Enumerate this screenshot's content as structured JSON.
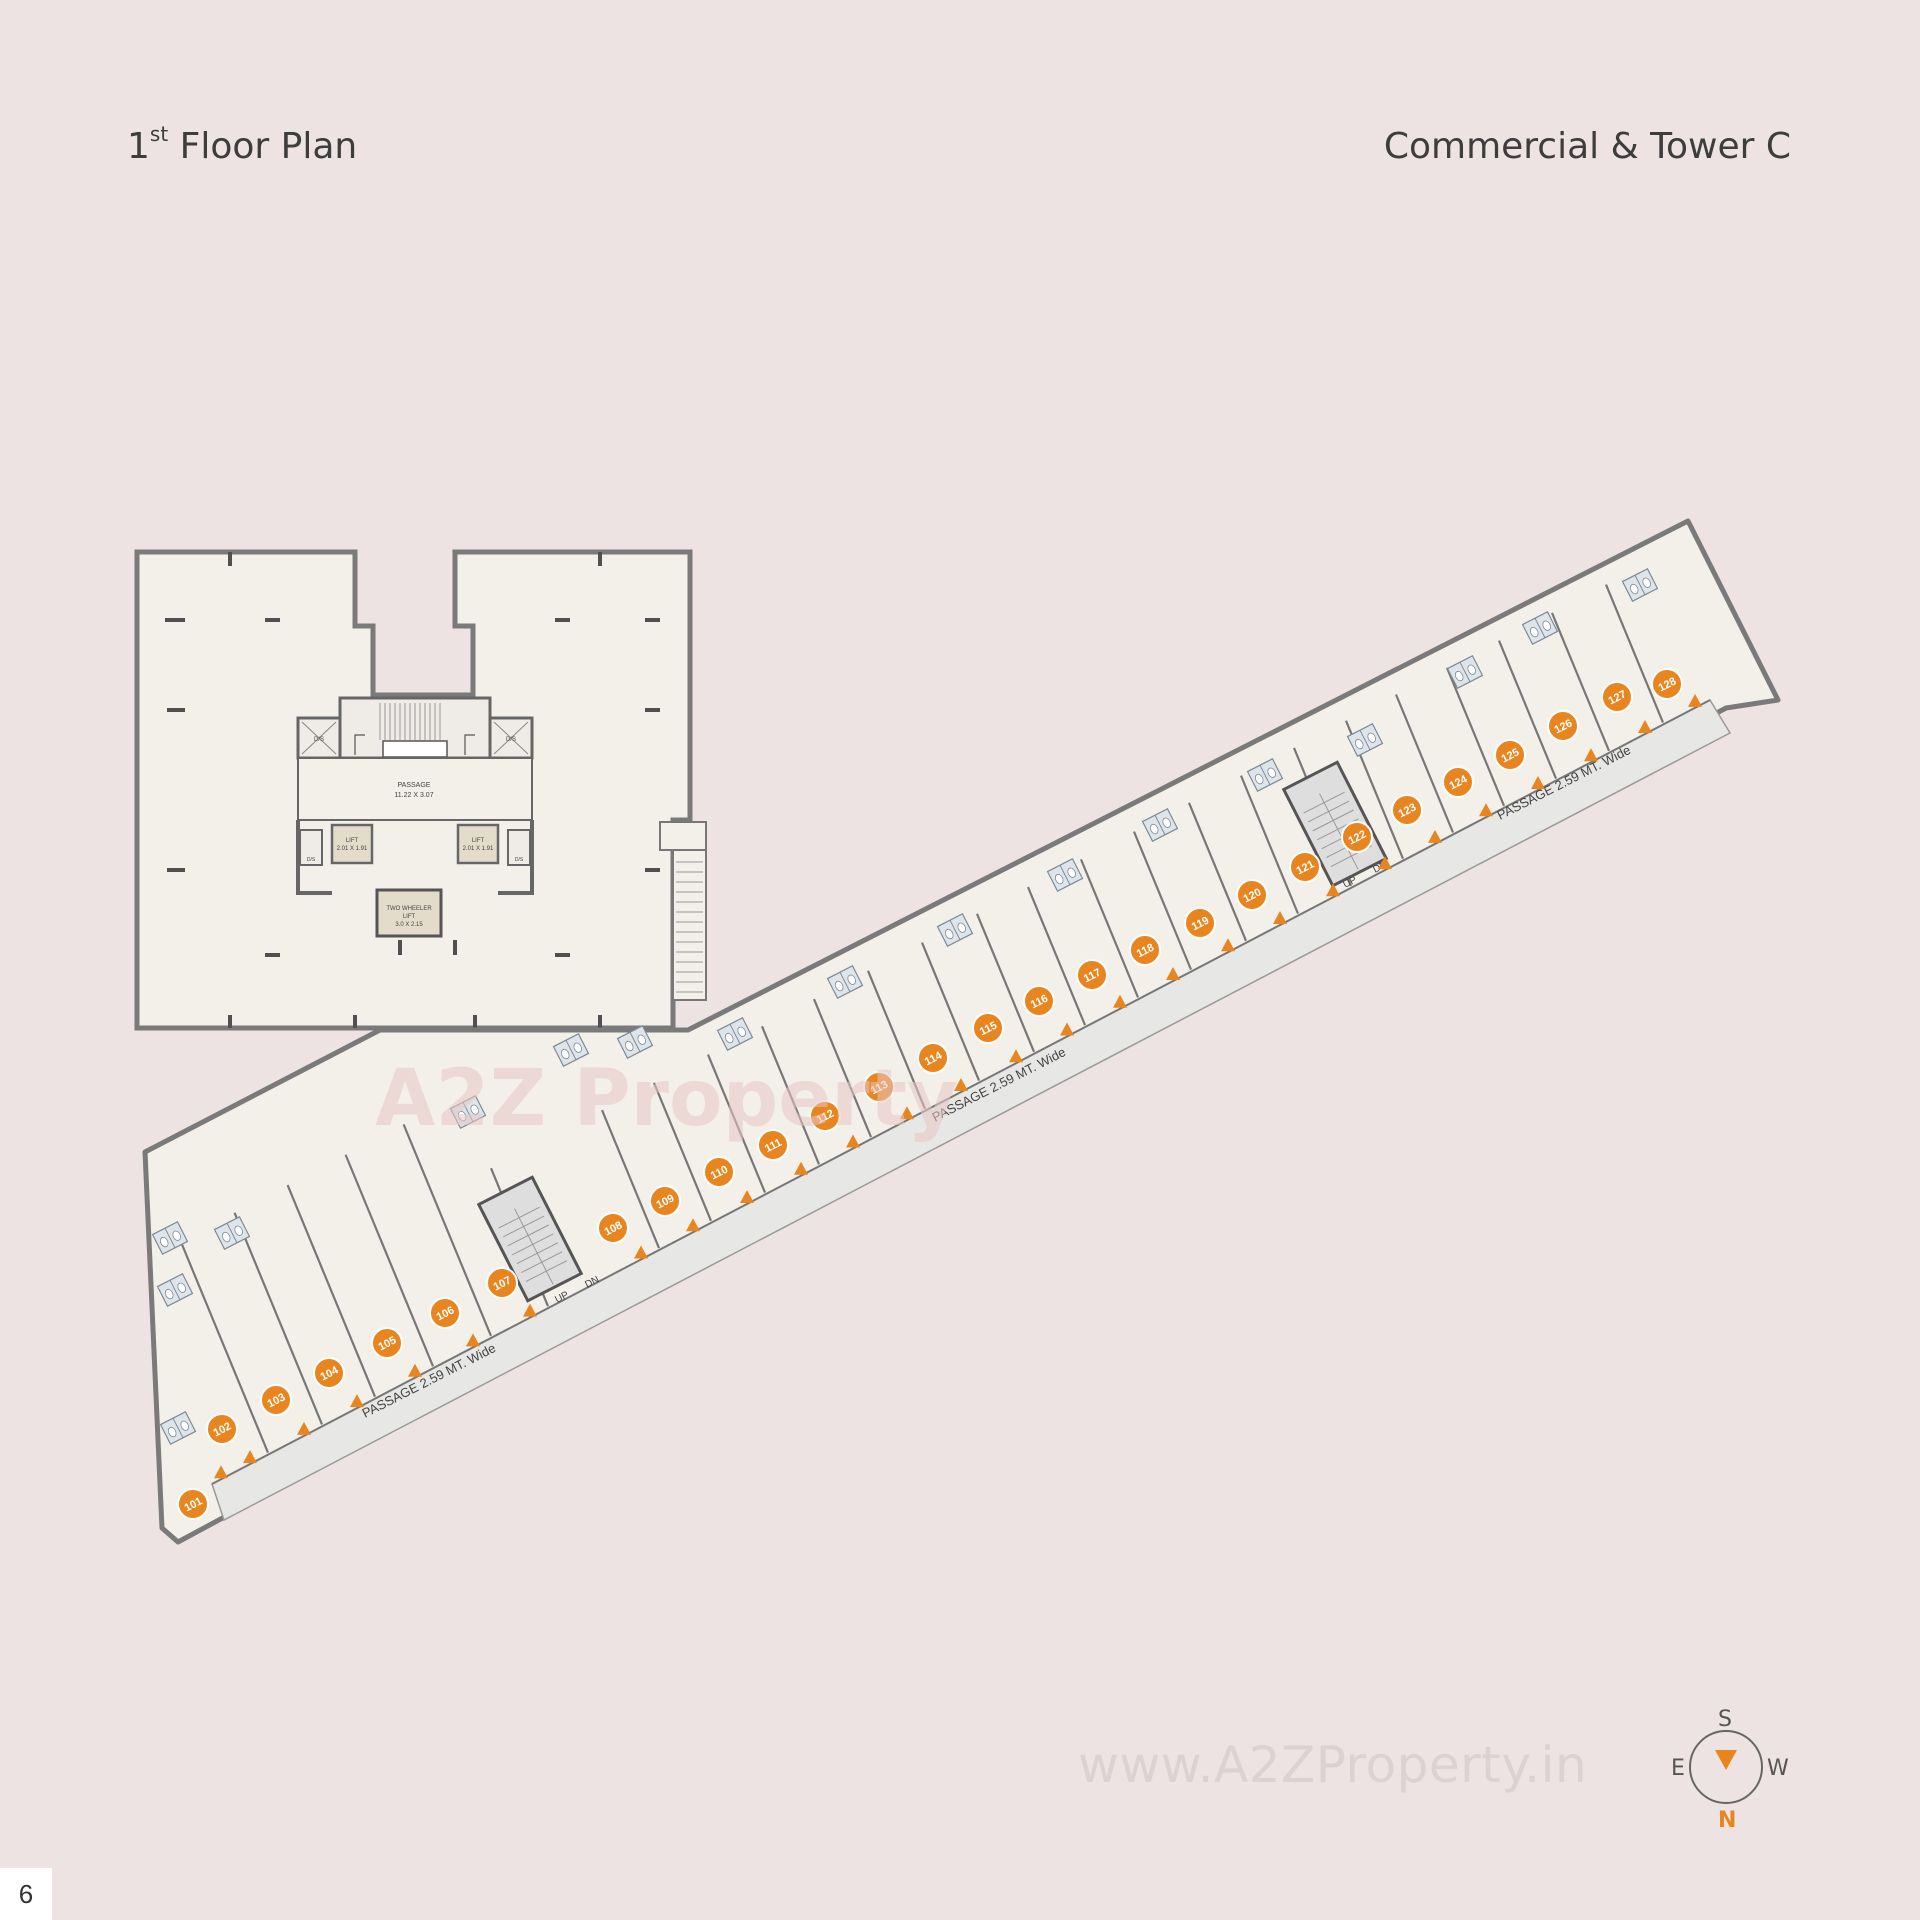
{
  "header": {
    "title_number": "1",
    "title_sup": "st",
    "title_rest": " Floor Plan",
    "project": "Commercial & Tower C"
  },
  "tower": {
    "passage": "PASSAGE",
    "passage_dim": "11.22 X 3.07",
    "lift": "LIFT",
    "lift_dim": "2.01 X 1.91",
    "two_wheeler_line1": "TWO WHEELER",
    "two_wheeler_line2": "LIFT",
    "two_wheeler_dim": "3.0 X 2.15",
    "shaft": "D/S",
    "up": "UP",
    "dn": "DN"
  },
  "corridor": {
    "passage_label": "PASSAGE 2.59 MT. Wide",
    "up": "UP",
    "dn": "DN"
  },
  "shops": [
    "101",
    "102",
    "103",
    "104",
    "105",
    "106",
    "107",
    "108",
    "109",
    "110",
    "111",
    "112",
    "113",
    "114",
    "115",
    "116",
    "117",
    "118",
    "119",
    "120",
    "121",
    "122",
    "123",
    "124",
    "125",
    "126",
    "127",
    "128"
  ],
  "watermark": {
    "logo": "A2Z Property",
    "url": "www.A2ZProperty.in"
  },
  "compass": {
    "north": "N",
    "south": "S",
    "east": "E",
    "west": "W"
  },
  "page_number": "6",
  "colors": {
    "background": "#ece3e2",
    "floor": "#f3f0ea",
    "wall": "#7a7a7a",
    "passage": "#e7e7e5",
    "accent": "#e8851e"
  }
}
